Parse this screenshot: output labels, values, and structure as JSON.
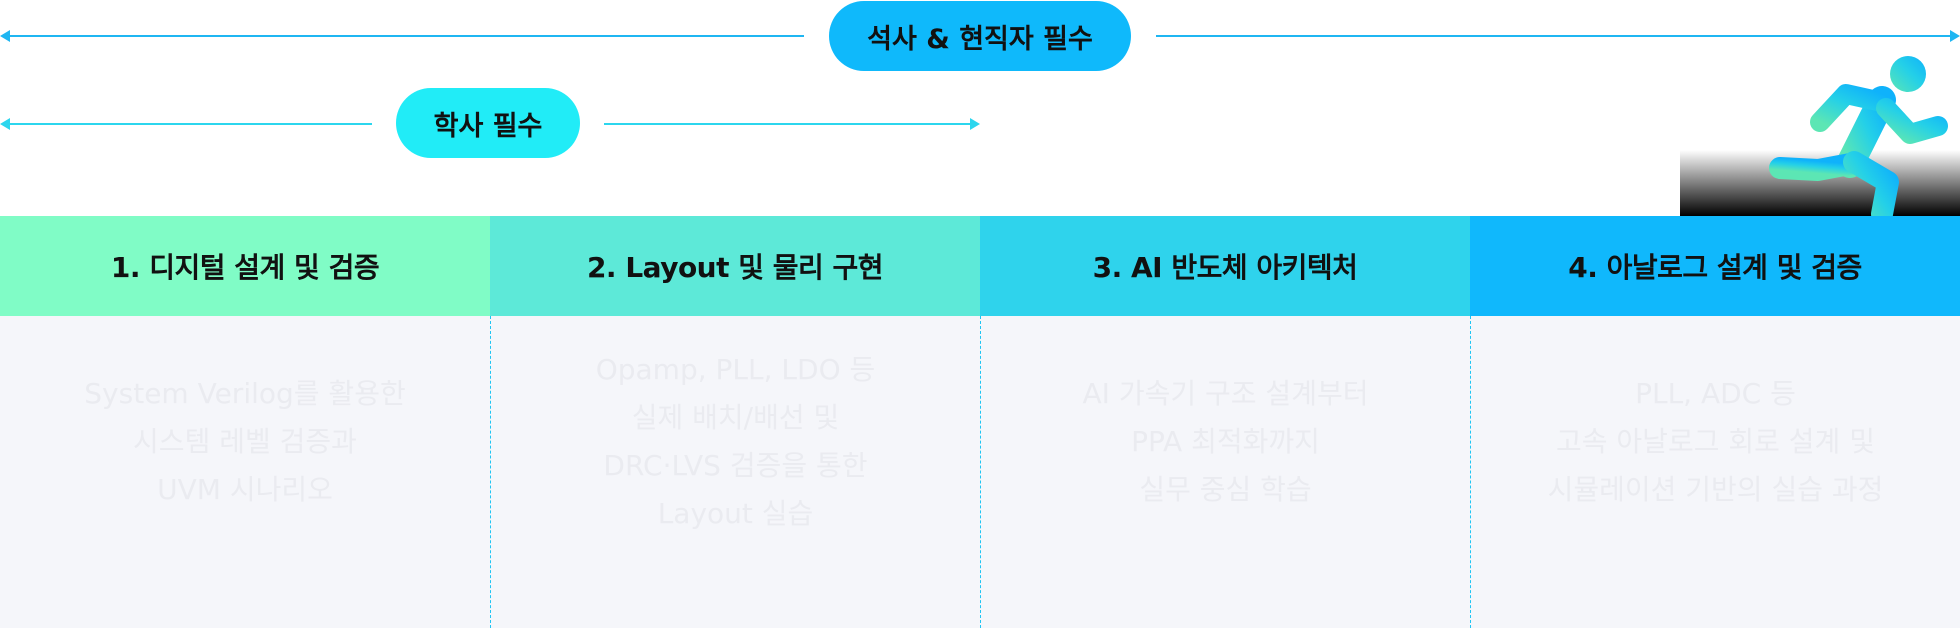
{
  "ranges": {
    "master": {
      "label": "석사 & 현직자 필수"
    },
    "bachelor": {
      "label": "학사 필수"
    }
  },
  "colors": {
    "accent_line": "#1fb6f2",
    "master_pill": "#0fb9fb",
    "bachelor_pill": "#21ecf7",
    "body_bg": "#f5f6fa"
  },
  "runner": {
    "icon": "running-person-icon"
  },
  "columns": [
    {
      "title": "1. 디지털 설계 및 검증",
      "color": "#80fcc6",
      "description": "System Verilog를 활용한\n시스템 레벨 검증과\nUVM 시나리오"
    },
    {
      "title": "2. Layout 및 물리 구현",
      "color": "#5de9d8",
      "description": "Opamp, PLL, LDO 등\n실제 배치/배선 및\nDRC·LVS 검증을 통한\nLayout 실습"
    },
    {
      "title": "3. AI 반도체 아키텍처",
      "color": "#2fd3ec",
      "description": "AI 가속기 구조 설계부터\nPPA 최적화까지\n실무 중심 학습"
    },
    {
      "title": "4. 아날로그 설계 및 검증",
      "color": "#10b8fc",
      "description": "PLL, ADC 등\n고속 아날로그 회로 설계 및\n시뮬레이션 기반의 실습 과정"
    }
  ]
}
